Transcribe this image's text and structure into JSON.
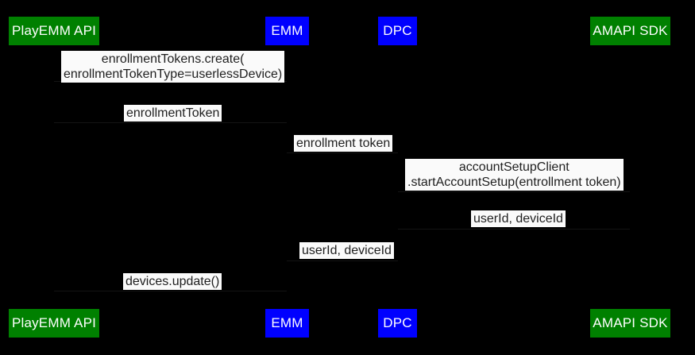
{
  "diagram": {
    "type": "sequence-diagram",
    "background_color": "#000000",
    "label_bg_color": "#fafafa",
    "label_text_color": "#1f1f1f",
    "actor_colors": {
      "green": "#008000",
      "blue": "#0000ff"
    },
    "actors": [
      {
        "label": "PlayEMM API",
        "color": "#008000",
        "text_color": "#ffffff"
      },
      {
        "label": "EMM",
        "color": "#0000ff",
        "text_color": "#ffffff"
      },
      {
        "label": "DPC",
        "color": "#0000ff",
        "text_color": "#ffffff"
      },
      {
        "label": "AMAPI SDK",
        "color": "#008000",
        "text_color": "#ffffff"
      }
    ],
    "messages": [
      {
        "lines": [
          "enrollmentTokens.create(",
          "enrollmentTokenType=userlessDevice)"
        ]
      },
      {
        "lines": [
          "enrollmentToken"
        ]
      },
      {
        "lines": [
          "enrollment token"
        ]
      },
      {
        "lines": [
          "accountSetupClient",
          ".startAccountSetup(entrollment token)"
        ]
      },
      {
        "lines": [
          "userId, deviceId"
        ]
      },
      {
        "lines": [
          "userId, deviceId"
        ]
      },
      {
        "lines": [
          "devices.update()"
        ]
      }
    ]
  }
}
